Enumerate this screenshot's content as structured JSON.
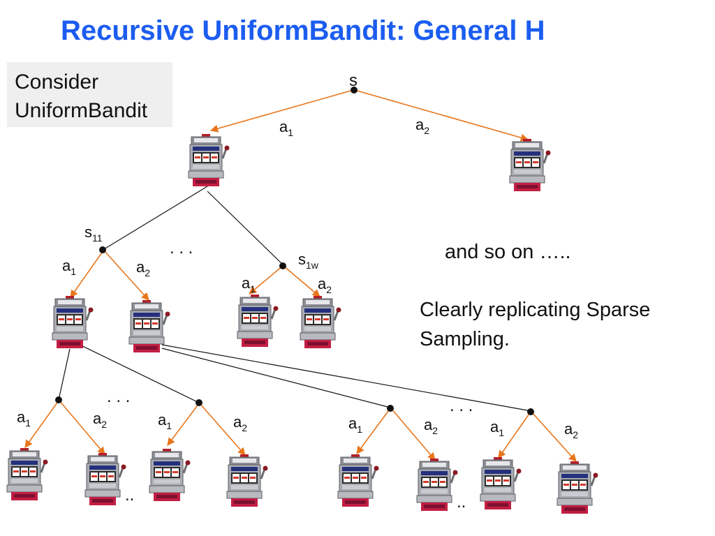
{
  "title": "Recursive UniformBandit: General H",
  "callout": {
    "line1": "Consider",
    "line2": "UniformBandit"
  },
  "notes": {
    "and_so_on": "and so on …..",
    "clearly_line1": "Clearly replicating Sparse",
    "clearly_line2": "Sampling."
  },
  "labels": {
    "root_state": "s",
    "s11_base": "s",
    "s11_sub": "11",
    "s1w_base": "s",
    "s1w_sub": "1w",
    "action_base": "a",
    "sub1": "1",
    "sub2": "2",
    "ellipsis": ". . .",
    "dots": ".."
  },
  "colors": {
    "title": "#1c5df0",
    "arrow": "#e8761c",
    "line": "#111111",
    "callout_bg": "#efefef"
  },
  "icons": {
    "slot_machine": "slot-machine-icon"
  }
}
